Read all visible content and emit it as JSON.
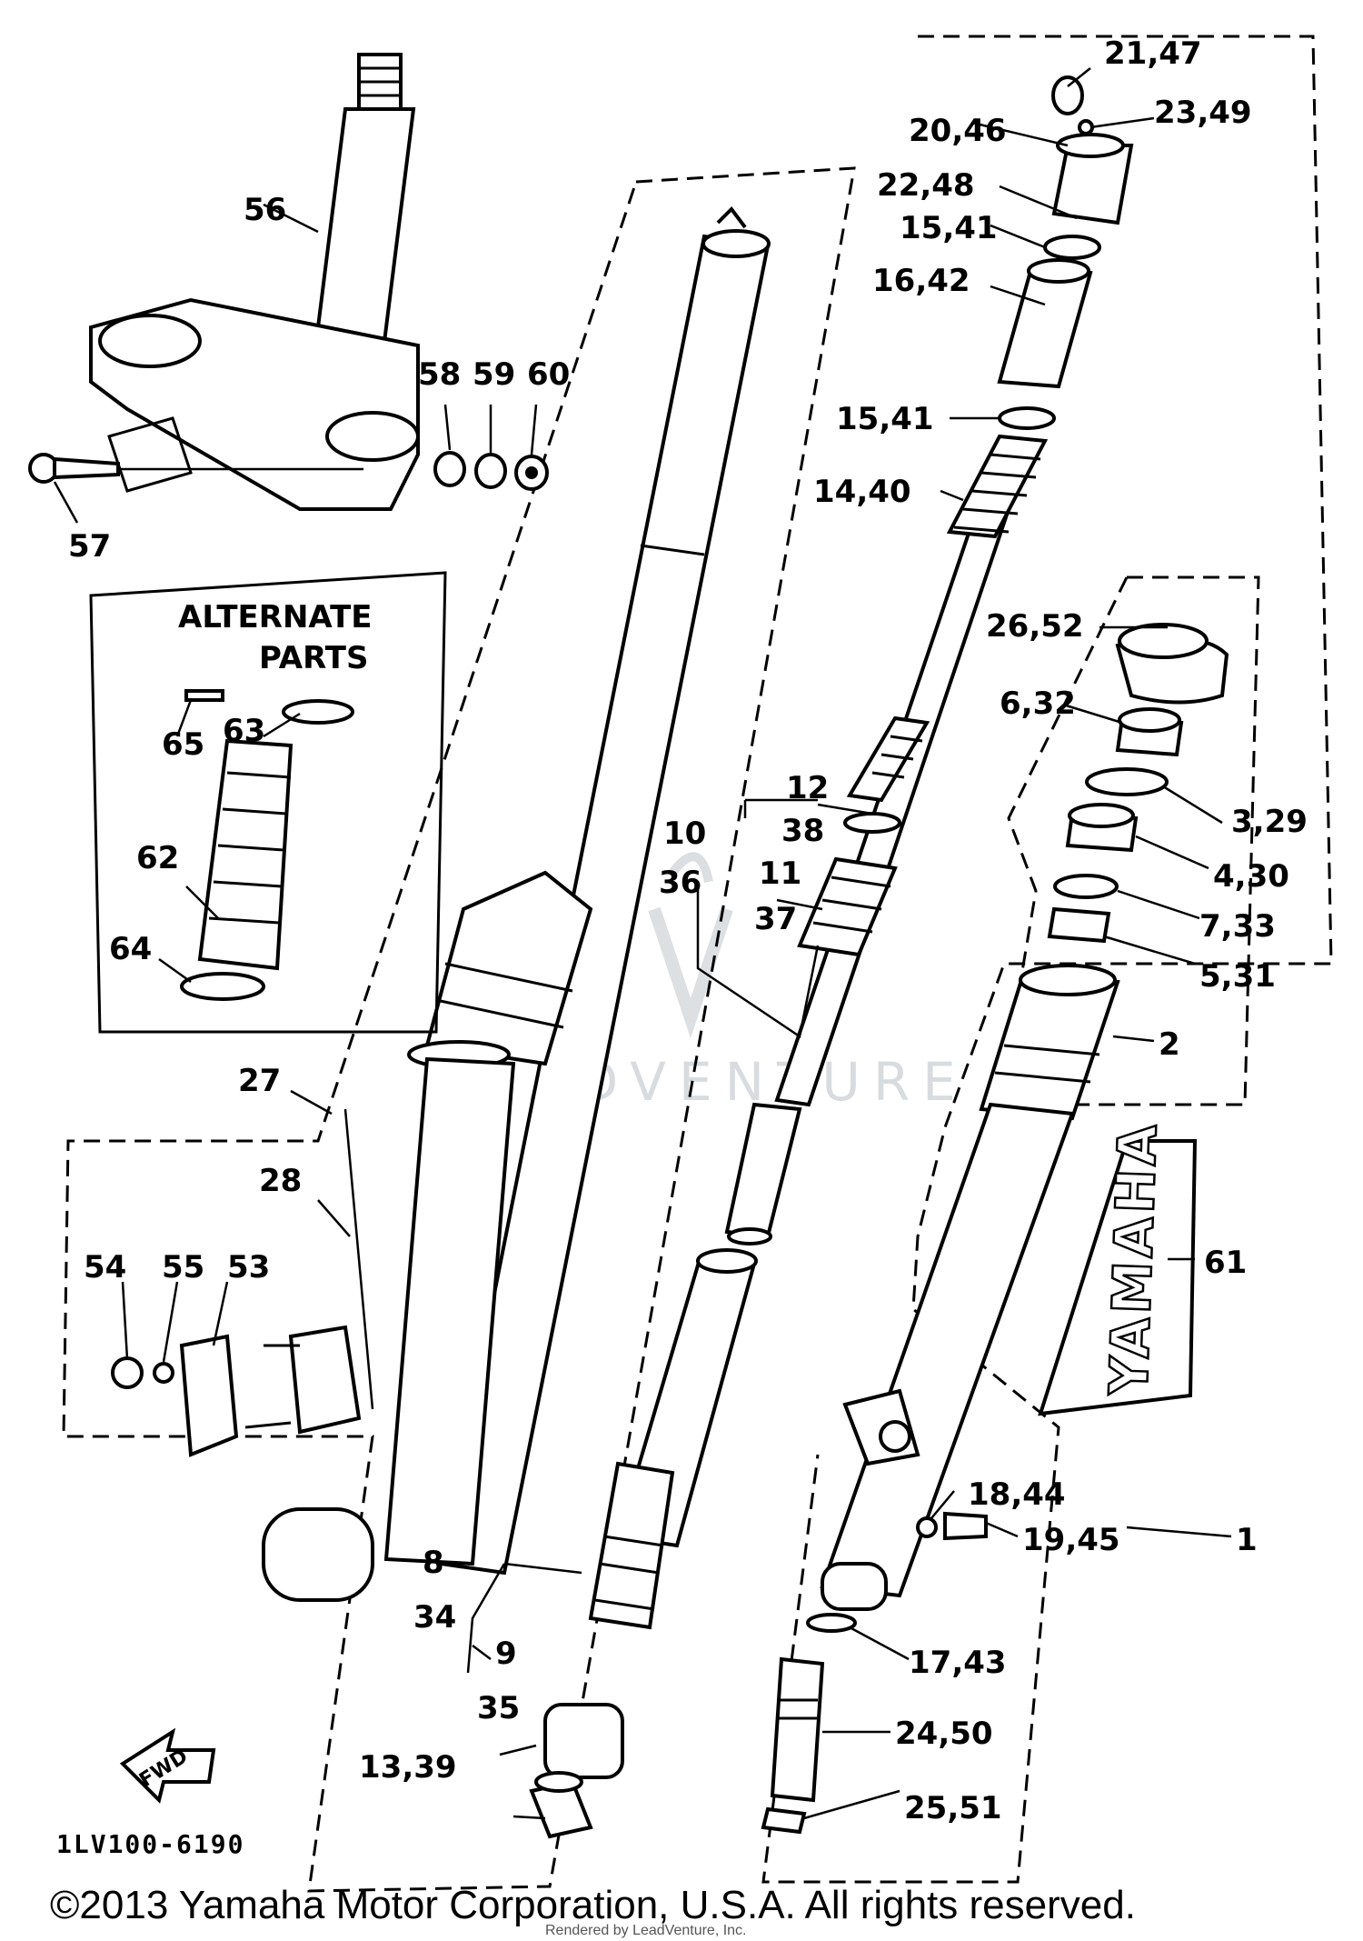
{
  "diagram": {
    "callouts": [
      {
        "id": "c-21-47",
        "text": "21,47"
      },
      {
        "id": "c-23-49",
        "text": "23,49"
      },
      {
        "id": "c-20-46",
        "text": "20,46"
      },
      {
        "id": "c-22-48",
        "text": "22,48"
      },
      {
        "id": "c-15-41-a",
        "text": "15,41"
      },
      {
        "id": "c-16-42",
        "text": "16,42"
      },
      {
        "id": "c-15-41-b",
        "text": "15,41"
      },
      {
        "id": "c-14-40",
        "text": "14,40"
      },
      {
        "id": "c-26-52",
        "text": "26,52"
      },
      {
        "id": "c-6-32",
        "text": "6,32"
      },
      {
        "id": "c-3-29",
        "text": "3,29"
      },
      {
        "id": "c-4-30",
        "text": "4,30"
      },
      {
        "id": "c-7-33",
        "text": "7,33"
      },
      {
        "id": "c-5-31",
        "text": "5,31"
      },
      {
        "id": "c-2",
        "text": "2"
      },
      {
        "id": "c-61",
        "text": "61"
      },
      {
        "id": "c-18-44",
        "text": "18,44"
      },
      {
        "id": "c-19-45",
        "text": "19,45"
      },
      {
        "id": "c-1",
        "text": "1"
      },
      {
        "id": "c-17-43",
        "text": "17,43"
      },
      {
        "id": "c-24-50",
        "text": "24,50"
      },
      {
        "id": "c-25-51",
        "text": "25,51"
      },
      {
        "id": "c-56",
        "text": "56"
      },
      {
        "id": "c-58",
        "text": "58"
      },
      {
        "id": "c-59",
        "text": "59"
      },
      {
        "id": "c-60",
        "text": "60"
      },
      {
        "id": "c-57",
        "text": "57"
      },
      {
        "id": "c-12",
        "text": "12"
      },
      {
        "id": "c-38",
        "text": "38"
      },
      {
        "id": "c-10",
        "text": "10"
      },
      {
        "id": "c-36",
        "text": "36"
      },
      {
        "id": "c-11",
        "text": "11"
      },
      {
        "id": "c-37",
        "text": "37"
      },
      {
        "id": "c-27",
        "text": "27"
      },
      {
        "id": "c-28",
        "text": "28"
      },
      {
        "id": "c-54",
        "text": "54"
      },
      {
        "id": "c-55",
        "text": "55"
      },
      {
        "id": "c-53",
        "text": "53"
      },
      {
        "id": "c-8",
        "text": "8"
      },
      {
        "id": "c-34",
        "text": "34"
      },
      {
        "id": "c-9",
        "text": "9"
      },
      {
        "id": "c-35",
        "text": "35"
      },
      {
        "id": "c-13-39",
        "text": "13,39"
      },
      {
        "id": "c-65",
        "text": "65"
      },
      {
        "id": "c-63",
        "text": "63"
      },
      {
        "id": "c-62",
        "text": "62"
      },
      {
        "id": "c-64",
        "text": "64"
      }
    ],
    "alternate_parts_title": [
      "ALTERNATE",
      "PARTS"
    ],
    "fwd_label": "FWD",
    "brand_decal": "YAMAHA",
    "diagram_code": "1LV100-6190",
    "watermark": "LEADVENTURE"
  },
  "footer": {
    "copyright": "©2013 Yamaha Motor Corporation, U.S.A. All rights reserved.",
    "rendered_by": "Rendered by LeadVenture, Inc."
  }
}
